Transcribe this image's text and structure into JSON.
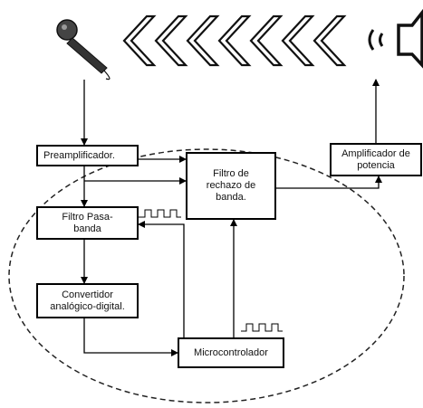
{
  "blocks": {
    "preamplifier": "Preamplificador.",
    "bandpass": "Filtro Pasa-\nbanda",
    "adc": "Convertidor\nanalógico-digital.",
    "notch": "Filtro de\nrechazo de\nbanda.",
    "power_amp": "Amplificador de\npotencia",
    "micro": "Microcontrolador"
  },
  "icons": {
    "microphone": "microphone-icon",
    "speaker": "speaker-icon",
    "sound_waves": "sound-wave-chevrons"
  },
  "colors": {
    "line": "#000000",
    "chevron": "#111111",
    "dashed_region": "#222222"
  }
}
